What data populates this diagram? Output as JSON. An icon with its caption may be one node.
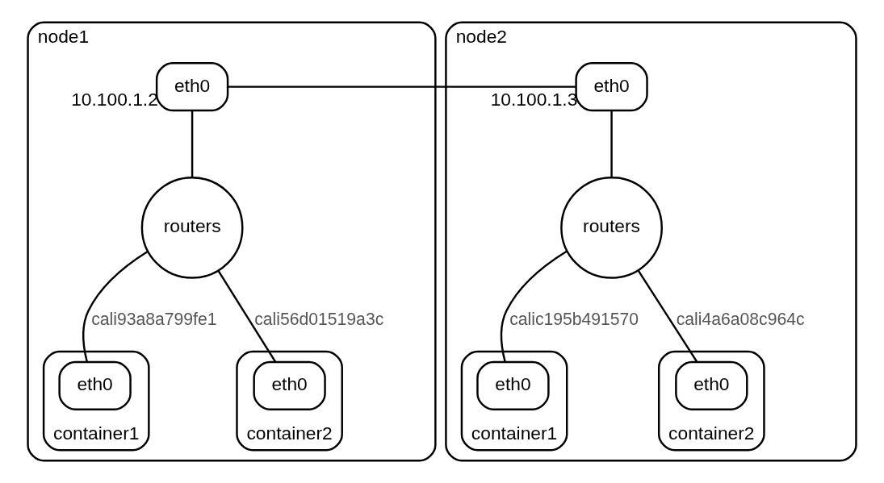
{
  "diagram": {
    "nodes": [
      {
        "text": [
          "node1"
        ]
      },
      {
        "text": [
          "eth0"
        ],
        "in": 0,
        "beside": [
          "10.100.1.2"
        ]
      },
      {
        "text": [
          "routers"
        ],
        "in": 0
      },
      {
        "text": [
          "container1"
        ],
        "in": 0
      },
      {
        "text": [
          "eth0"
        ],
        "in": 3
      },
      {
        "text": [
          "container2"
        ],
        "in": 0
      },
      {
        "text": [
          "eth0"
        ],
        "in": 5
      },
      {
        "text": [
          "node2"
        ]
      },
      {
        "text": [
          "eth0"
        ],
        "in": 7,
        "beside": [
          "10.100.1.3"
        ]
      },
      {
        "text": [
          "routers"
        ],
        "in": 7
      },
      {
        "text": [
          "container1"
        ],
        "in": 7
      },
      {
        "text": [
          "eth0"
        ],
        "in": 10
      },
      {
        "text": [
          "container2"
        ],
        "in": 7
      },
      {
        "text": [
          "eth0"
        ],
        "in": 12
      }
    ],
    "edges": [
      {
        "from": 1,
        "to": 8,
        "arrow": "none"
      },
      {
        "from": 1,
        "to": 2,
        "arrow": "none"
      },
      {
        "from": 2,
        "to": 4,
        "arrow": "none",
        "label": "cali93a8a799fe1"
      },
      {
        "from": 2,
        "to": 6,
        "arrow": "none",
        "label": "cali56d01519a3c"
      },
      {
        "from": 8,
        "to": 9,
        "arrow": "none"
      },
      {
        "from": 9,
        "to": 11,
        "arrow": "none",
        "label": "calic195b491570"
      },
      {
        "from": 9,
        "to": 13,
        "arrow": "none",
        "label": "cali4a6a08c964c"
      }
    ]
  }
}
